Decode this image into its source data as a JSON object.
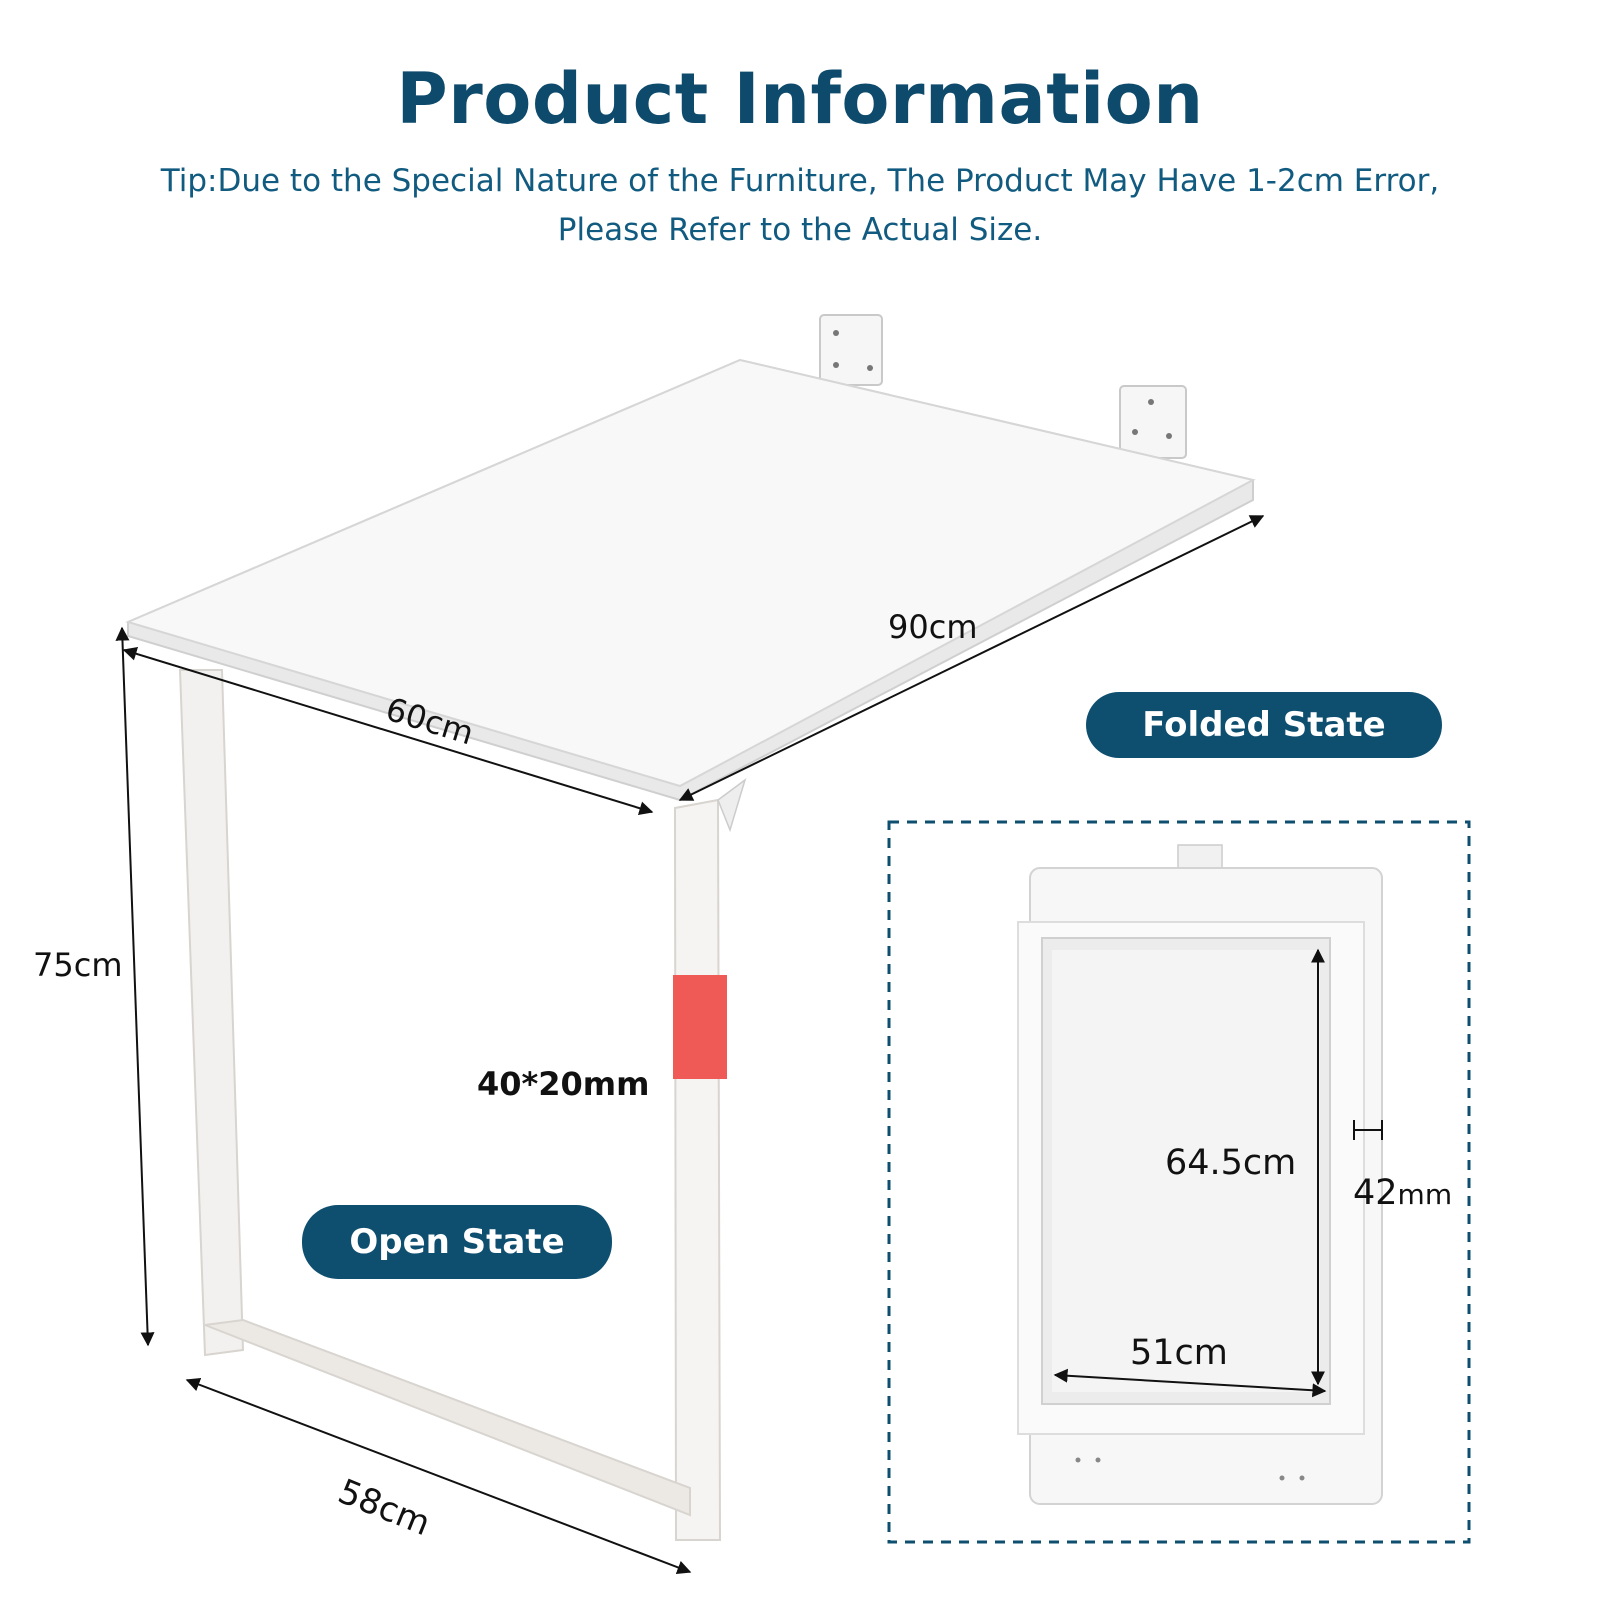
{
  "title": "Product Information",
  "tip": {
    "line1": "Tip:Due to the Special Nature of the Furniture, The Product May Have 1-2cm Error,",
    "line2": "Please Refer to the Actual Size."
  },
  "labels": {
    "folded_state": "Folded State",
    "open_state": "Open State"
  },
  "dimensions": {
    "length": "90cm",
    "width": "60cm",
    "height": "75cm",
    "tube": "40*20mm",
    "leg_depth": "58cm",
    "folded_height": "64.5cm",
    "folded_width": "51cm",
    "folded_thickness_value": "42",
    "folded_thickness_unit": "mm"
  },
  "colors": {
    "title": "#0d4a6b",
    "accent": "#0e4f70",
    "highlight": "#ef5a57"
  }
}
